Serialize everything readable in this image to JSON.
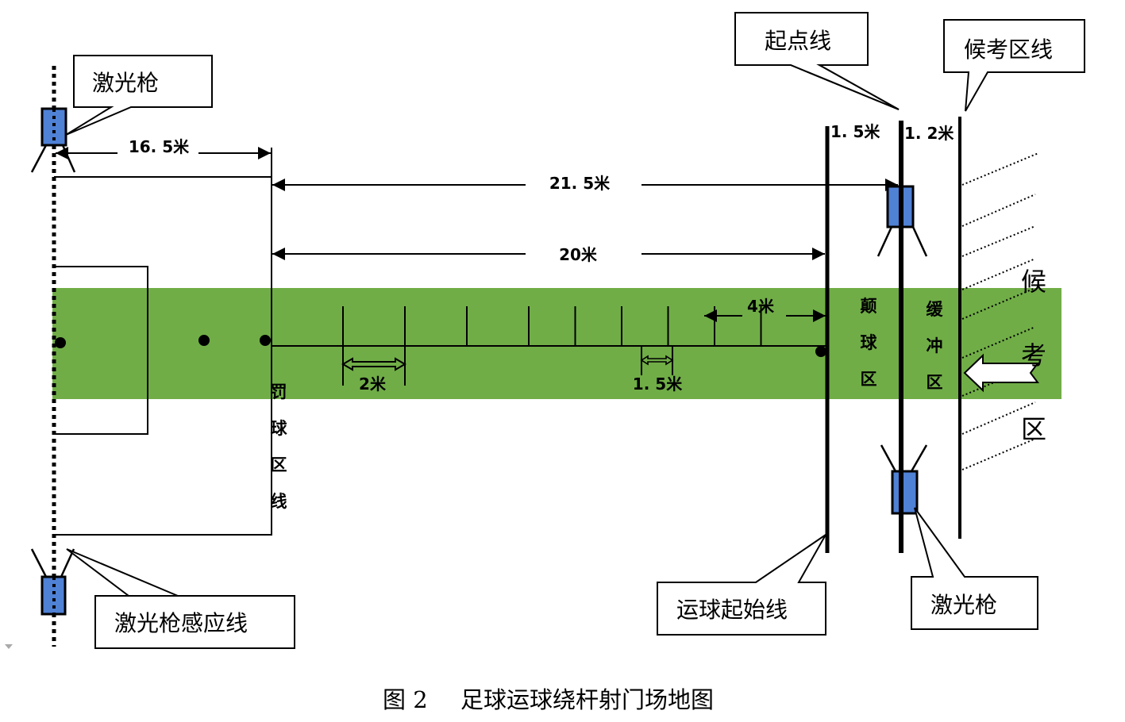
{
  "colors": {
    "field_green": "#70ad47",
    "laser_blue": "#4f81d5",
    "line": "#000000",
    "background": "#ffffff"
  },
  "callouts": {
    "laser_top_left": "激光枪",
    "laser_sensor_line": "激光枪感应线",
    "start_point_line": "起点线",
    "waiting_zone_line": "候考区线",
    "dribble_start_line": "运球起始线",
    "laser_bottom_right": "激光枪"
  },
  "dimensions": {
    "d_16_5": "16. 5米",
    "d_21_5": "21. 5米",
    "d_20": "20米",
    "d_4": "4米",
    "d_2": "2米",
    "d_1_5_poles": "1. 5米",
    "d_1_5_top": "1. 5米",
    "d_1_2_top": "1. 2米"
  },
  "zones": {
    "penalty_line_chars": [
      "罚",
      "球",
      "区",
      "线"
    ],
    "juggling_zone_chars": [
      "颠",
      "球",
      "区"
    ],
    "buffer_zone_chars": [
      "缓",
      "冲",
      "区"
    ],
    "waiting_zone_chars": [
      "候",
      "考",
      "区"
    ]
  },
  "poles": {
    "count": 9,
    "spacings_m": [
      2,
      2,
      2,
      1.5,
      1.5,
      1.5,
      1.5,
      1.5
    ]
  },
  "caption": {
    "figure_number": "图 2",
    "title": "足球运球绕杆射门场地图"
  }
}
